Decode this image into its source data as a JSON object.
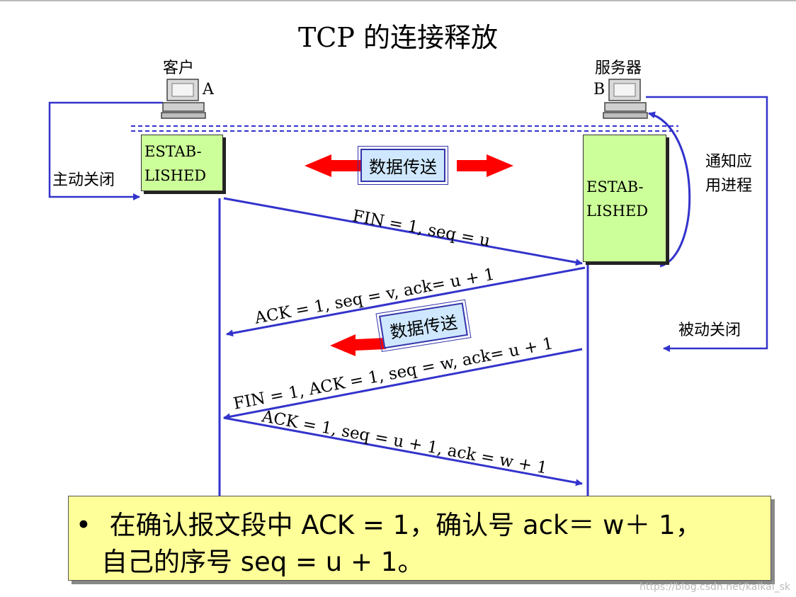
{
  "title": "TCP 的连接释放",
  "client": {
    "label": "客户",
    "id": "A",
    "state": "ESTAB- LISHED",
    "state_line1": "ESTAB-",
    "state_line2": "LISHED"
  },
  "server": {
    "label": "服务器",
    "id": "B",
    "state_line1": "ESTAB-",
    "state_line2": "LISHED"
  },
  "labels": {
    "active_close": "主动关闭",
    "notify_app": "通知应用进程",
    "passive_close": "被动关闭",
    "data_transfer_1": "数据传送",
    "data_transfer_2": "数据传送"
  },
  "messages": {
    "m1": "FIN = 1, seq = u",
    "m2": "ACK = 1, seq = v, ack= u +   1",
    "m3": "FIN = 1, ACK = 1, seq = w, ack= u +   1",
    "m4": "ACK = 1, seq = u + 1, ack = w +   1"
  },
  "note": {
    "bullet": "•",
    "line1": "在确认报文段中 ACK = 1，确认号 ack＝  w＋  1，",
    "line2": "自己的序号 seq = u + 1。"
  },
  "watermark": "https://blog.csdn.net/kaikai_sk",
  "colors": {
    "line": "#3333cc",
    "arrow_red": "#ff0000",
    "state_fill": "#ccff99",
    "note_fill": "#ffff99"
  }
}
